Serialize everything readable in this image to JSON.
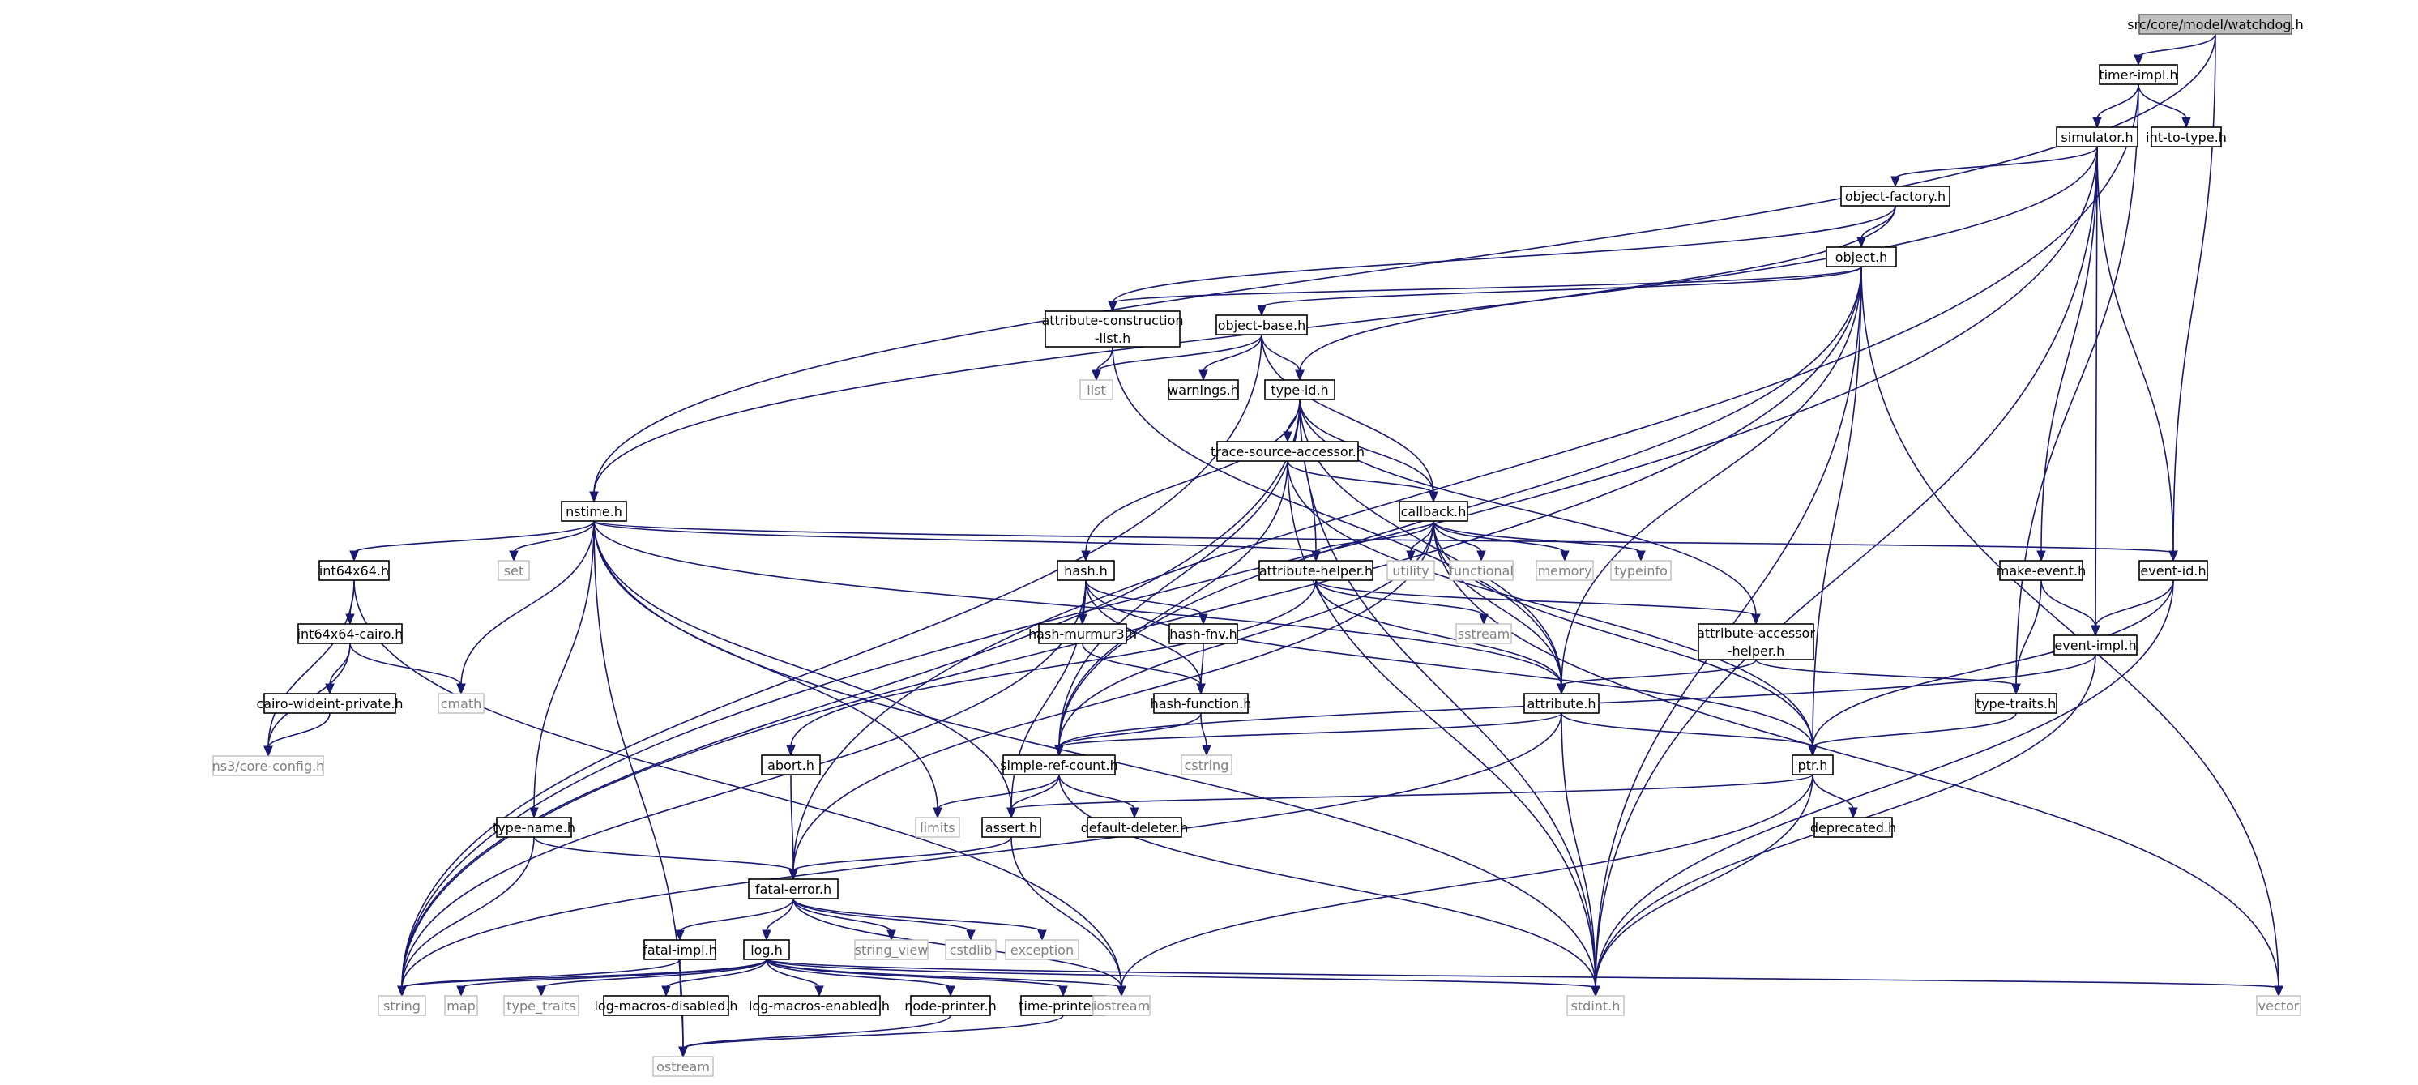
{
  "graph": {
    "root": "src/core/model/watchdog.h",
    "nodes": [
      {
        "id": "watchdog",
        "label": "src/core/model/watchdog.h",
        "kind": "root"
      },
      {
        "id": "timer_impl",
        "label": "timer-impl.h",
        "kind": "doc"
      },
      {
        "id": "simulator",
        "label": "simulator.h",
        "kind": "doc"
      },
      {
        "id": "int_to_type",
        "label": "int-to-type.h",
        "kind": "doc"
      },
      {
        "id": "object_factory",
        "label": "object-factory.h",
        "kind": "doc"
      },
      {
        "id": "object",
        "label": "object.h",
        "kind": "doc"
      },
      {
        "id": "attr_constr",
        "label": [
          "attribute-construction",
          "-list.h"
        ],
        "kind": "doc"
      },
      {
        "id": "object_base",
        "label": "object-base.h",
        "kind": "doc"
      },
      {
        "id": "list",
        "label": "list",
        "kind": "sys"
      },
      {
        "id": "warnings",
        "label": "warnings.h",
        "kind": "doc"
      },
      {
        "id": "type_id",
        "label": "type-id.h",
        "kind": "doc"
      },
      {
        "id": "trace_src",
        "label": "trace-source-accessor.h",
        "kind": "doc"
      },
      {
        "id": "nstime",
        "label": "nstime.h",
        "kind": "doc"
      },
      {
        "id": "callback",
        "label": "callback.h",
        "kind": "doc"
      },
      {
        "id": "set",
        "label": "set",
        "kind": "sys"
      },
      {
        "id": "utility",
        "label": "utility",
        "kind": "sys"
      },
      {
        "id": "functional",
        "label": "functional",
        "kind": "sys"
      },
      {
        "id": "memory",
        "label": "memory",
        "kind": "sys"
      },
      {
        "id": "typeinfo",
        "label": "typeinfo",
        "kind": "sys"
      },
      {
        "id": "int64x64",
        "label": "int64x64.h",
        "kind": "doc"
      },
      {
        "id": "hash",
        "label": "hash.h",
        "kind": "doc"
      },
      {
        "id": "attr_helper",
        "label": "attribute-helper.h",
        "kind": "doc"
      },
      {
        "id": "make_event",
        "label": "make-event.h",
        "kind": "doc"
      },
      {
        "id": "event_id",
        "label": "event-id.h",
        "kind": "doc"
      },
      {
        "id": "int64x64_cairo",
        "label": "int64x64-cairo.h",
        "kind": "doc"
      },
      {
        "id": "hash_murmur",
        "label": "hash-murmur3.h",
        "kind": "doc"
      },
      {
        "id": "hash_fnv",
        "label": "hash-fnv.h",
        "kind": "doc"
      },
      {
        "id": "sstream",
        "label": "sstream",
        "kind": "sys"
      },
      {
        "id": "attr_accessor",
        "label": [
          "attribute-accessor",
          "-helper.h"
        ],
        "kind": "doc"
      },
      {
        "id": "event_impl",
        "label": "event-impl.h",
        "kind": "doc"
      },
      {
        "id": "cairo_wideint",
        "label": "cairo-wideint-private.h",
        "kind": "doc"
      },
      {
        "id": "cmath",
        "label": "cmath",
        "kind": "sys"
      },
      {
        "id": "hash_function",
        "label": "hash-function.h",
        "kind": "doc"
      },
      {
        "id": "attribute",
        "label": "attribute.h",
        "kind": "doc"
      },
      {
        "id": "type_traits_h",
        "label": "type-traits.h",
        "kind": "doc"
      },
      {
        "id": "core_config",
        "label": "ns3/core-config.h",
        "kind": "sys"
      },
      {
        "id": "abort",
        "label": "abort.h",
        "kind": "doc"
      },
      {
        "id": "cstring",
        "label": "cstring",
        "kind": "sys"
      },
      {
        "id": "simple_ref",
        "label": "simple-ref-count.h",
        "kind": "doc"
      },
      {
        "id": "ptr",
        "label": "ptr.h",
        "kind": "doc"
      },
      {
        "id": "limits",
        "label": "limits",
        "kind": "sys"
      },
      {
        "id": "assert",
        "label": "assert.h",
        "kind": "doc"
      },
      {
        "id": "default_deleter",
        "label": "default-deleter.h",
        "kind": "doc"
      },
      {
        "id": "deprecated",
        "label": "deprecated.h",
        "kind": "doc"
      },
      {
        "id": "type_name",
        "label": "type-name.h",
        "kind": "doc"
      },
      {
        "id": "fatal_error",
        "label": "fatal-error.h",
        "kind": "doc"
      },
      {
        "id": "fatal_impl",
        "label": "fatal-impl.h",
        "kind": "doc"
      },
      {
        "id": "log",
        "label": "log.h",
        "kind": "doc"
      },
      {
        "id": "string_view",
        "label": "string_view",
        "kind": "sys"
      },
      {
        "id": "cstdlib",
        "label": "cstdlib",
        "kind": "sys"
      },
      {
        "id": "exception",
        "label": "exception",
        "kind": "sys"
      },
      {
        "id": "string",
        "label": "string",
        "kind": "sys"
      },
      {
        "id": "map",
        "label": "map",
        "kind": "sys"
      },
      {
        "id": "type_traits",
        "label": "type_traits",
        "kind": "sys"
      },
      {
        "id": "log_dis",
        "label": "log-macros-disabled.h",
        "kind": "doc"
      },
      {
        "id": "log_en",
        "label": "log-macros-enabled.h",
        "kind": "doc"
      },
      {
        "id": "node_printer",
        "label": "node-printer.h",
        "kind": "doc"
      },
      {
        "id": "time_printer",
        "label": "time-printer.h",
        "kind": "doc"
      },
      {
        "id": "iostream",
        "label": "iostream",
        "kind": "sys"
      },
      {
        "id": "stdint",
        "label": "stdint.h",
        "kind": "sys"
      },
      {
        "id": "vector",
        "label": "vector",
        "kind": "sys"
      },
      {
        "id": "ostream",
        "label": "ostream",
        "kind": "sys"
      }
    ],
    "edges": [
      [
        "watchdog",
        "timer_impl"
      ],
      [
        "watchdog",
        "nstime"
      ],
      [
        "watchdog",
        "event_id"
      ],
      [
        "timer_impl",
        "simulator"
      ],
      [
        "timer_impl",
        "int_to_type"
      ],
      [
        "timer_impl",
        "fatal_error"
      ],
      [
        "timer_impl",
        "type_traits_h"
      ],
      [
        "simulator",
        "object_factory"
      ],
      [
        "simulator",
        "nstime"
      ],
      [
        "simulator",
        "make_event"
      ],
      [
        "simulator",
        "event_id"
      ],
      [
        "simulator",
        "event_impl"
      ],
      [
        "simulator",
        "string"
      ],
      [
        "simulator",
        "stdint"
      ],
      [
        "object_factory",
        "object"
      ],
      [
        "object_factory",
        "attr_constr"
      ],
      [
        "object_factory",
        "type_id"
      ],
      [
        "object",
        "attr_constr"
      ],
      [
        "object",
        "object_base"
      ],
      [
        "object",
        "attribute"
      ],
      [
        "object",
        "ptr"
      ],
      [
        "object",
        "simple_ref"
      ],
      [
        "object",
        "string"
      ],
      [
        "object",
        "stdint"
      ],
      [
        "object",
        "vector"
      ],
      [
        "attr_constr",
        "list"
      ],
      [
        "attr_constr",
        "attribute"
      ],
      [
        "object_base",
        "list"
      ],
      [
        "object_base",
        "warnings"
      ],
      [
        "object_base",
        "type_id"
      ],
      [
        "object_base",
        "callback"
      ],
      [
        "object_base",
        "string"
      ],
      [
        "type_id",
        "trace_src"
      ],
      [
        "type_id",
        "callback"
      ],
      [
        "type_id",
        "attr_helper"
      ],
      [
        "type_id",
        "attr_accessor"
      ],
      [
        "type_id",
        "hash"
      ],
      [
        "type_id",
        "attribute"
      ],
      [
        "type_id",
        "simple_ref"
      ],
      [
        "type_id",
        "string"
      ],
      [
        "type_id",
        "stdint"
      ],
      [
        "trace_src",
        "callback"
      ],
      [
        "trace_src",
        "ptr"
      ],
      [
        "trace_src",
        "simple_ref"
      ],
      [
        "trace_src",
        "stdint"
      ],
      [
        "nstime",
        "int64x64"
      ],
      [
        "nstime",
        "set"
      ],
      [
        "nstime",
        "cmath"
      ],
      [
        "nstime",
        "attr_helper"
      ],
      [
        "nstime",
        "event_id"
      ],
      [
        "nstime",
        "attribute"
      ],
      [
        "nstime",
        "type_name"
      ],
      [
        "nstime",
        "limits"
      ],
      [
        "nstime",
        "assert"
      ],
      [
        "nstime",
        "ostream"
      ],
      [
        "nstime",
        "stdint"
      ],
      [
        "callback",
        "attr_helper"
      ],
      [
        "callback",
        "utility"
      ],
      [
        "callback",
        "functional"
      ],
      [
        "callback",
        "memory"
      ],
      [
        "callback",
        "typeinfo"
      ],
      [
        "callback",
        "attribute"
      ],
      [
        "callback",
        "ptr"
      ],
      [
        "callback",
        "simple_ref"
      ],
      [
        "callback",
        "fatal_error"
      ],
      [
        "callback",
        "vector"
      ],
      [
        "int64x64",
        "int64x64_cairo"
      ],
      [
        "int64x64",
        "core_config"
      ],
      [
        "int64x64",
        "iostream"
      ],
      [
        "int64x64_cairo",
        "cairo_wideint"
      ],
      [
        "int64x64_cairo",
        "cmath"
      ],
      [
        "int64x64_cairo",
        "core_config"
      ],
      [
        "cairo_wideint",
        "core_config"
      ],
      [
        "hash",
        "hash_murmur"
      ],
      [
        "hash",
        "hash_fnv"
      ],
      [
        "hash",
        "hash_function"
      ],
      [
        "hash",
        "assert"
      ],
      [
        "hash",
        "ptr"
      ],
      [
        "hash",
        "string"
      ],
      [
        "hash_murmur",
        "hash_function"
      ],
      [
        "hash_fnv",
        "hash_function"
      ],
      [
        "hash_function",
        "simple_ref"
      ],
      [
        "hash_function",
        "cstring"
      ],
      [
        "attr_helper",
        "attr_accessor"
      ],
      [
        "attr_helper",
        "abort"
      ],
      [
        "attr_helper",
        "sstream"
      ],
      [
        "attr_helper",
        "attribute"
      ],
      [
        "attr_accessor",
        "attribute"
      ],
      [
        "attr_accessor",
        "type_traits_h"
      ],
      [
        "attribute",
        "ptr"
      ],
      [
        "attribute",
        "simple_ref"
      ],
      [
        "attribute",
        "string"
      ],
      [
        "attribute",
        "stdint"
      ],
      [
        "make_event",
        "event_impl"
      ],
      [
        "make_event",
        "type_traits_h"
      ],
      [
        "event_id",
        "event_impl"
      ],
      [
        "event_id",
        "ptr"
      ],
      [
        "event_id",
        "stdint"
      ],
      [
        "event_impl",
        "simple_ref"
      ],
      [
        "event_impl",
        "stdint"
      ],
      [
        "type_traits_h",
        "ptr"
      ],
      [
        "ptr",
        "assert"
      ],
      [
        "ptr",
        "deprecated"
      ],
      [
        "ptr",
        "iostream"
      ],
      [
        "ptr",
        "stdint"
      ],
      [
        "simple_ref",
        "assert"
      ],
      [
        "simple_ref",
        "default_deleter"
      ],
      [
        "simple_ref",
        "limits"
      ],
      [
        "simple_ref",
        "stdint"
      ],
      [
        "abort",
        "fatal_error"
      ],
      [
        "assert",
        "fatal_error"
      ],
      [
        "assert",
        "iostream"
      ],
      [
        "type_name",
        "fatal_error"
      ],
      [
        "type_name",
        "string"
      ],
      [
        "fatal_error",
        "fatal_impl"
      ],
      [
        "fatal_error",
        "log"
      ],
      [
        "fatal_error",
        "string_view"
      ],
      [
        "fatal_error",
        "cstdlib"
      ],
      [
        "fatal_error",
        "exception"
      ],
      [
        "fatal_error",
        "iostream"
      ],
      [
        "fatal_impl",
        "string"
      ],
      [
        "fatal_impl",
        "ostream"
      ],
      [
        "log",
        "string"
      ],
      [
        "log",
        "map"
      ],
      [
        "log",
        "type_traits"
      ],
      [
        "log",
        "log_dis"
      ],
      [
        "log",
        "log_en"
      ],
      [
        "log",
        "node_printer"
      ],
      [
        "log",
        "time_printer"
      ],
      [
        "log",
        "iostream"
      ],
      [
        "log",
        "stdint"
      ],
      [
        "log",
        "vector"
      ],
      [
        "node_printer",
        "ostream"
      ],
      [
        "time_printer",
        "ostream"
      ]
    ]
  }
}
